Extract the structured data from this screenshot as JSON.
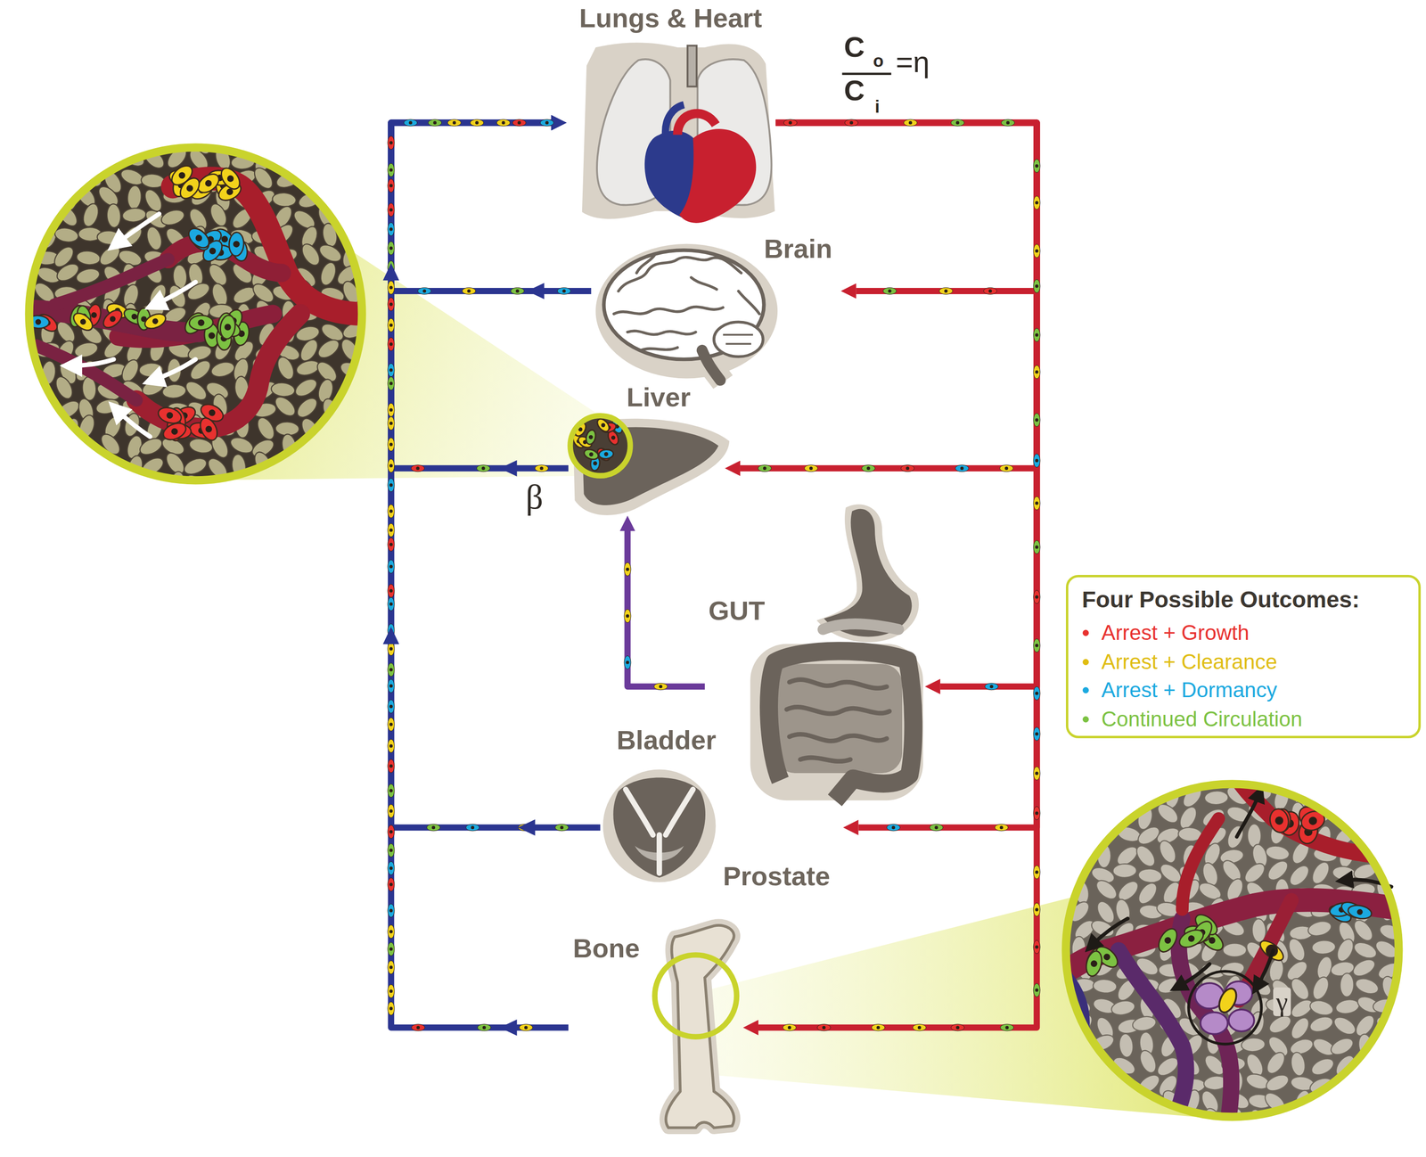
{
  "diagram": {
    "nodes": [
      {
        "text": [
          "Lungs & Heart"
        ]
      },
      {
        "text": [
          "Brain"
        ]
      },
      {
        "text": [
          "Liver"
        ]
      },
      {
        "text": [
          "GUT"
        ]
      },
      {
        "text": [
          "Bladder",
          "Prostate"
        ]
      },
      {
        "text": [
          "Bone"
        ]
      },
      {
        "text": [
          "Four Possible Outcomes:"
        ]
      }
    ],
    "edges": [
      {
        "from": 0,
        "to": 1,
        "arrow": "to"
      },
      {
        "from": 0,
        "to": 2,
        "arrow": "to"
      },
      {
        "from": 0,
        "to": 3,
        "arrow": "to"
      },
      {
        "from": 0,
        "to": 4,
        "arrow": "to"
      },
      {
        "from": 0,
        "to": 5,
        "arrow": "to"
      },
      {
        "from": 1,
        "to": 0,
        "arrow": "to"
      },
      {
        "from": 2,
        "to": 0,
        "arrow": "to"
      },
      {
        "from": 3,
        "to": 2,
        "arrow": "to"
      },
      {
        "from": 4,
        "to": 0,
        "arrow": "to"
      },
      {
        "from": 5,
        "to": 0,
        "arrow": "to"
      }
    ],
    "labels": [
      "C",
      "o",
      "C",
      "i",
      "=η",
      "β",
      "γ"
    ],
    "legend": [
      {
        "text": "Arrest + Growth",
        "color": "#e8312f"
      },
      {
        "text": "Arrest + Clearance",
        "color": "#e0bd12"
      },
      {
        "text": "Arrest + Dormancy",
        "color": "#1ba9e0"
      },
      {
        "text": "Continued Circulation",
        "color": "#7cc242"
      }
    ]
  }
}
